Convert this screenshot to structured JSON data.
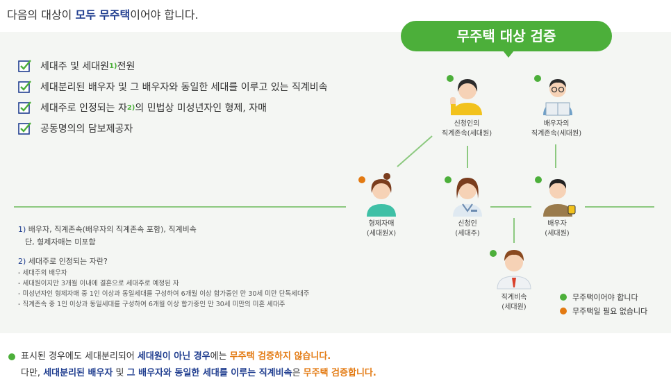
{
  "intro": {
    "pre": "다음의 대상이 ",
    "b1": "모두",
    "sp": " ",
    "b2": "무주택",
    "post": "이어야 합니다."
  },
  "badge": "무주택 대상 검증",
  "checklist": [
    {
      "a": "세대주 및 세대원",
      "sup": "1)",
      "b": " 전원"
    },
    {
      "a": "세대분리된 배우자 및 그 배우자와 동일한 세대를 이루고 있는 직계비속",
      "sup": "",
      "b": ""
    },
    {
      "a": "세대주로 인정되는 자",
      "sup": "2)",
      "b": "의 민법상 미성년자인 형제, 자매"
    },
    {
      "a": "공동명의의 담보제공자",
      "sup": "",
      "b": ""
    }
  ],
  "notes": {
    "n1_num": "1)",
    "n1_line1": " 배우자, 직계존속(배우자의 직계존속 포함), 직계비속",
    "n1_line2": "단, 형제자매는 미포함",
    "n2_num": "2)",
    "n2_title": " 세대주로 인정되는 자란?",
    "n2_items": [
      "- 세대주의 배우자",
      "- 세대원이지만 3개월 이내에 결혼으로 세대주로 예정된 자",
      "- 미성년자인 형제자매 중 1인 이상과 동일세대를 구성하여 6개월 이상 합가중인 만 30세 미만 단독세대주",
      "- 직계존속 중 1인 이상과 동일세대를 구성하여 6개월 이상 합가중인 만 30세 미만의 미혼 세대주"
    ]
  },
  "persons": {
    "applicant_parent": {
      "line1": "신청인의",
      "line2": "직계존속(세대원)"
    },
    "spouse_parent": {
      "line1": "배우자의",
      "line2": "직계존속(세대원)"
    },
    "sibling": {
      "line1": "형제자매",
      "line2": "(세대원X)"
    },
    "applicant": {
      "line1": "신청인",
      "line2": "(세대주)"
    },
    "spouse": {
      "line1": "배우자",
      "line2": "(세대원)"
    },
    "child": {
      "line1": "직계비속",
      "line2": "(세대원)"
    }
  },
  "legend": {
    "green": "무주택이어야 합니다",
    "orange": "무주택일 필요 없습니다"
  },
  "colors": {
    "green": "#4caf3a",
    "orange": "#e37a12",
    "blue": "#1f3d8f"
  },
  "bottom": {
    "l1_pre": "표시된 경우에도 세대분리되어 ",
    "l1_b": "세대원이 아닌 경우",
    "l1_mid": "에는 ",
    "l1_o": "무주택 검증하지 않습니다.",
    "l2_pre": "다만, ",
    "l2_b1": "세대분리된 배우자",
    "l2_mid1": " 및 ",
    "l2_b2": "그 배우자와 동일한 세대를 이루는 직계비속",
    "l2_mid2": "은 ",
    "l2_o": "무주택 검증합니다."
  }
}
